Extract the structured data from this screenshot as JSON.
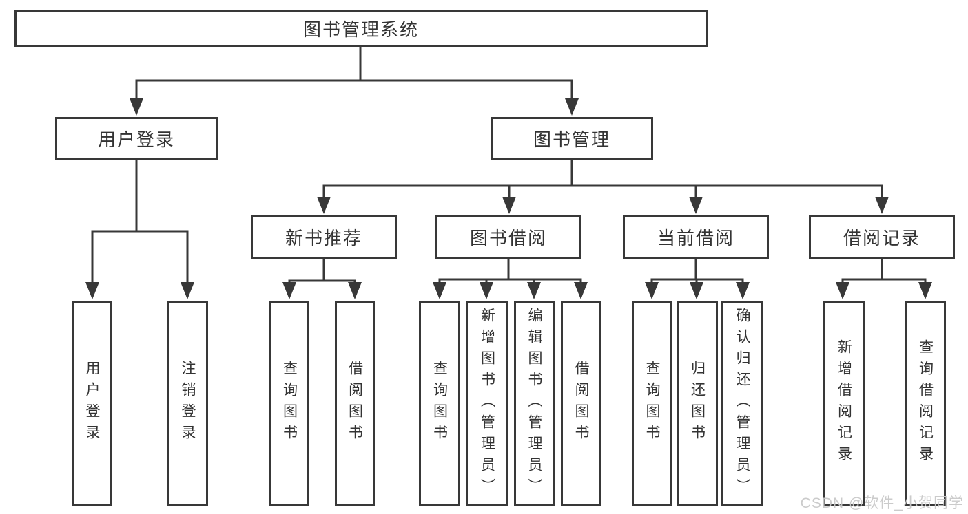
{
  "diagram": {
    "root": {
      "label": "图书管理系统"
    },
    "branches": [
      {
        "label": "用户登录",
        "children": [
          {
            "label": "用户登录"
          },
          {
            "label": "注销登录"
          }
        ]
      },
      {
        "label": "图书管理",
        "children": [
          {
            "label": "新书推荐",
            "children": [
              {
                "label": "查询图书"
              },
              {
                "label": "借阅图书"
              }
            ]
          },
          {
            "label": "图书借阅",
            "children": [
              {
                "label": "查询图书"
              },
              {
                "label": "新增图书（管理员）"
              },
              {
                "label": "编辑图书（管理员）"
              },
              {
                "label": "借阅图书"
              }
            ]
          },
          {
            "label": "当前借阅",
            "children": [
              {
                "label": "查询图书"
              },
              {
                "label": "归还图书"
              },
              {
                "label": "确认归还（管理员）"
              }
            ]
          },
          {
            "label": "借阅记录",
            "children": [
              {
                "label": "新增借阅记录"
              },
              {
                "label": "查询借阅记录"
              }
            ]
          }
        ]
      }
    ]
  },
  "watermark": {
    "text": "CSDN @软件_小贺同学"
  },
  "colors": {
    "line": "#383838",
    "box_border": "#383838",
    "text": "#333333",
    "watermark": "#c9c9c9",
    "background": "#ffffff"
  }
}
